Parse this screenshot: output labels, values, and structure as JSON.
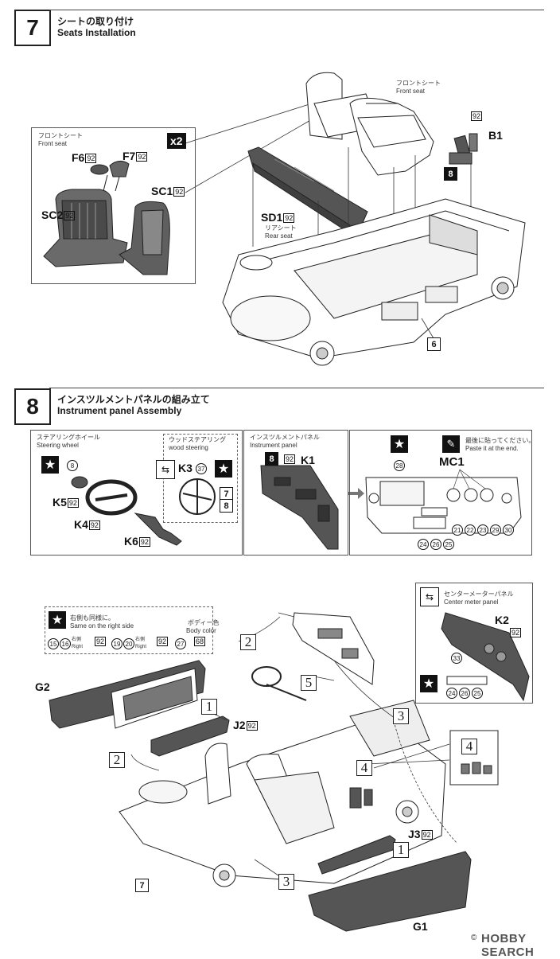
{
  "step7": {
    "number": "7",
    "title_jp": "シートの取り付け",
    "title_en": "Seats Installation",
    "inset": {
      "caption_jp": "フロントシート",
      "caption_en": "Front seat",
      "multiplier": "x2",
      "parts": {
        "f6": "F6",
        "f7": "F7",
        "sc2": "SC2",
        "sc1": "SC1"
      }
    },
    "front_seat_jp": "フロントシート",
    "front_seat_en": "Front seat",
    "rear_seat_jp": "リアシート",
    "rear_seat_en": "Rear seat",
    "parts": {
      "sd1": "SD1",
      "b1": "B1",
      "eight": "8",
      "six": "6"
    },
    "color_code": "92"
  },
  "step8": {
    "number": "8",
    "title_jp": "インスツルメントパネルの組み立て",
    "title_en": "Instrument panel Assembly",
    "steering": {
      "caption_jp": "ステアリングホイール",
      "caption_en": "Steering wheel",
      "circle8": "8",
      "k5": "K5",
      "k4": "K4",
      "k6": "K6",
      "wood_jp": "ウッドステアリング",
      "wood_en": "wood steering",
      "k3": "K3",
      "c37": "37",
      "n7": "7",
      "n8": "8"
    },
    "panel": {
      "caption_jp": "インスツルメントパネル",
      "caption_en": "Instrument panel",
      "n8": "8",
      "k1": "K1"
    },
    "finish": {
      "note_jp": "最後に貼ってください。",
      "note_en": "Paste it at the end.",
      "mc1": "MC1",
      "c28": "28",
      "nums_right": [
        "21",
        "22",
        "23",
        "29",
        "30"
      ],
      "nums_bottom": [
        "24",
        "26",
        "25"
      ]
    },
    "side": {
      "note_jp": "右側も同様に。",
      "note_en": "Same on the right side",
      "body_jp": "ボディー色",
      "body_en": "Body color",
      "c15": "15",
      "c16": "16",
      "right1": "右側 Right",
      "c19": "19",
      "c20": "20",
      "right2": "右側 Right",
      "c27": "27",
      "c68": "68",
      "g2": "G2",
      "j2": "J2",
      "j3": "J3",
      "g1": "G1"
    },
    "meter": {
      "caption_jp": "センターメーターパネル",
      "caption_en": "Center meter panel",
      "k2": "K2",
      "c33": "33",
      "nums": [
        "24",
        "26",
        "25"
      ]
    },
    "subassy": {
      "one": "1",
      "two": "2",
      "three": "3",
      "four": "4",
      "five": "5",
      "seven": "7"
    }
  },
  "watermark": "HOBBY SEARCH",
  "copyright": "©"
}
